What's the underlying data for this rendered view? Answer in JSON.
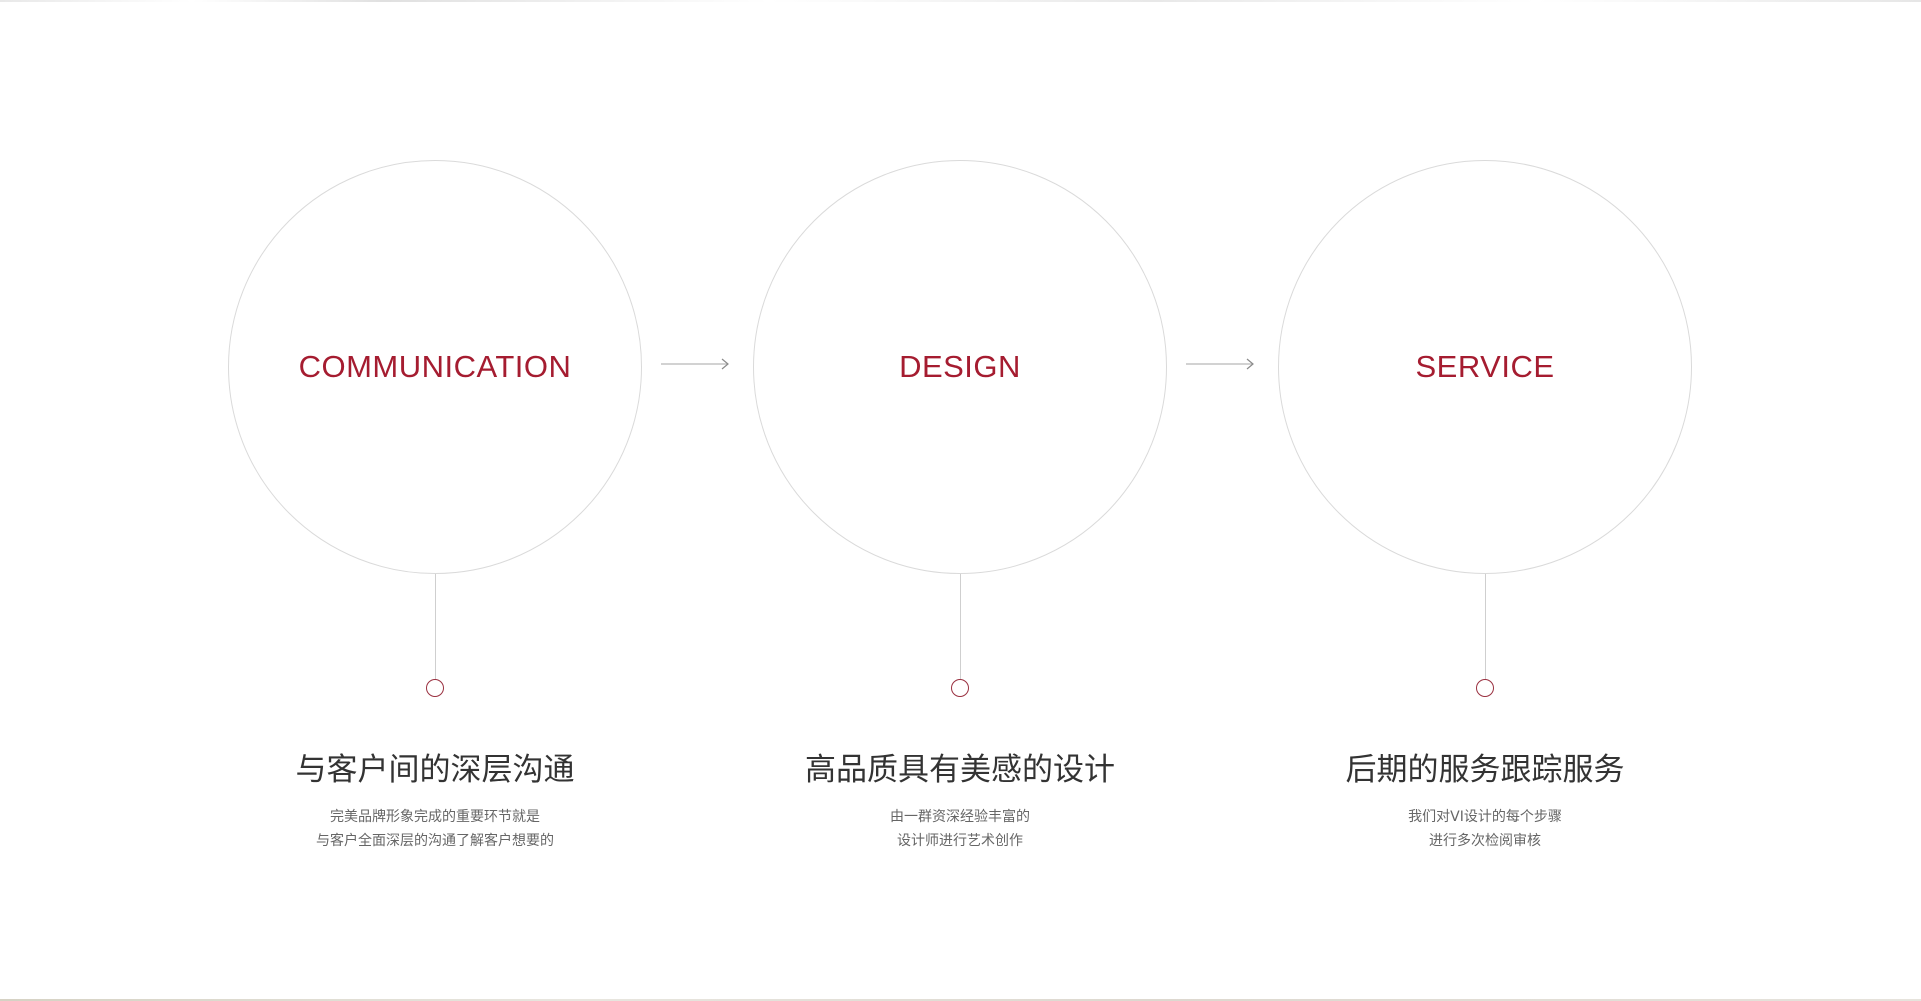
{
  "steps": [
    {
      "title": "COMMUNICATION",
      "heading": "与客户间的深层沟通",
      "desc_line1": "完美品牌形象完成的重要环节就是",
      "desc_line2": "与客户全面深层的沟通了解客户想要的"
    },
    {
      "title": "DESIGN",
      "heading": "高品质具有美感的设计",
      "desc_line1": "由一群资深经验丰富的",
      "desc_line2": "设计师进行艺术创作"
    },
    {
      "title": "SERVICE",
      "heading": "后期的服务跟踪服务",
      "desc_line1": "我们对VI设计的每个步骤",
      "desc_line2": "进行多次检阅审核"
    }
  ],
  "colors": {
    "accent": "#a51c30",
    "circle_border": "#dadada",
    "heading_text": "#333333",
    "body_text": "#666666"
  },
  "icons": {
    "arrow": "right-arrow-icon",
    "node": "circle-node-icon"
  }
}
